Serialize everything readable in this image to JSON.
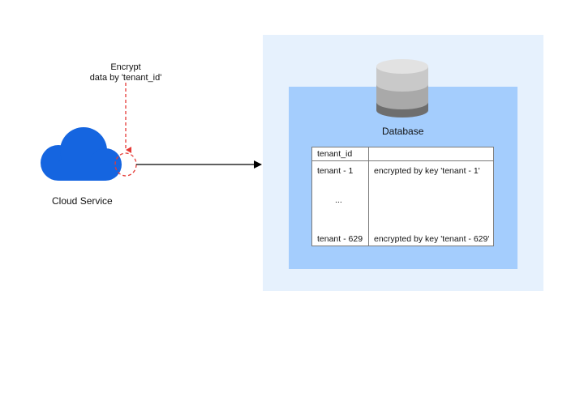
{
  "annotation": {
    "line1": "Encrypt",
    "line2": "data by 'tenant_id'"
  },
  "cloud": {
    "label": "Cloud Service"
  },
  "database": {
    "label": "Database"
  },
  "table": {
    "header": "tenant_id",
    "rows": [
      {
        "key": "tenant - 1",
        "value": "encrypted by key 'tenant - 1'"
      },
      {
        "key": "...",
        "value": ""
      },
      {
        "key": "tenant - 629",
        "value": "encrypted by key 'tenant - 629'"
      }
    ]
  },
  "colors": {
    "cloud": "#1565e0",
    "dashed_annotation": "#e53935",
    "outer_panel": "#e6f1fd",
    "inner_panel": "#a4cdfd",
    "db_top": "#d6d6d6",
    "db_middle": "#a9a9a9",
    "db_bottom": "#6e6e6e"
  }
}
